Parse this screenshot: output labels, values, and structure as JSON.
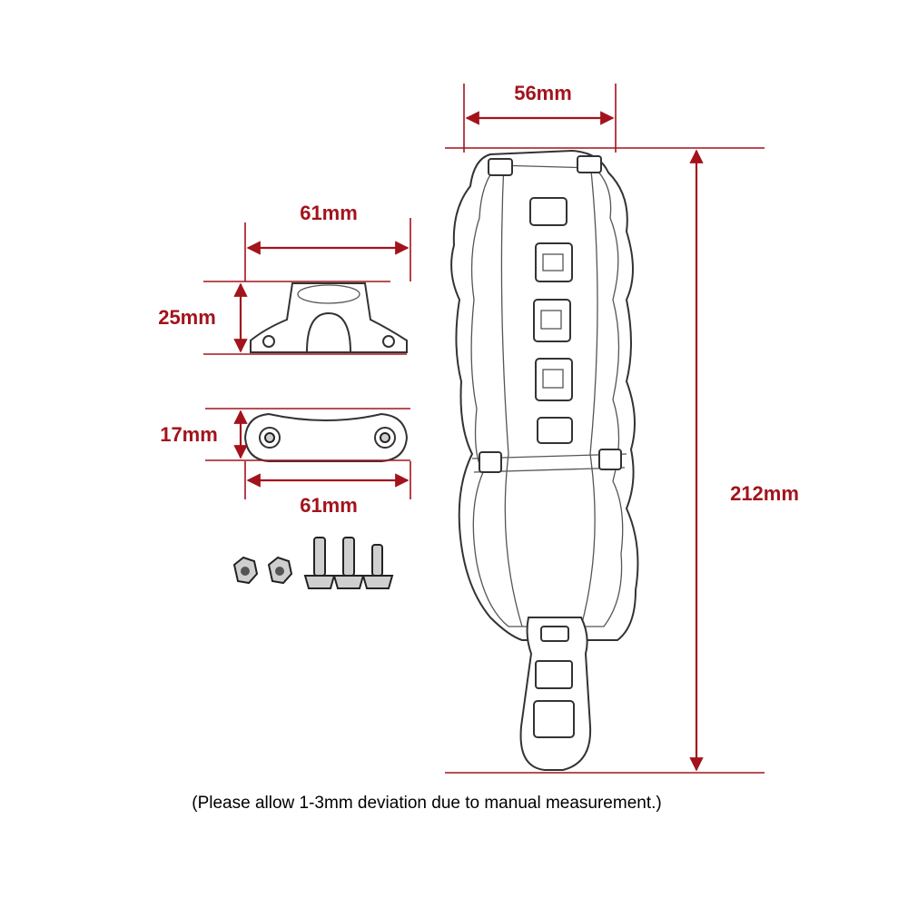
{
  "dimensions": {
    "bag_width": "56mm",
    "bag_height": "212mm",
    "clamp_width": "61mm",
    "clamp_height": "25mm",
    "plate_height": "17mm",
    "plate_width": "61mm"
  },
  "note": "(Please allow 1-3mm deviation due to manual measurement.)",
  "colors": {
    "dimension": "#a3131c",
    "sketch": "#333333"
  },
  "hardware": {
    "nut_count": 2,
    "bolt_count": 3
  }
}
